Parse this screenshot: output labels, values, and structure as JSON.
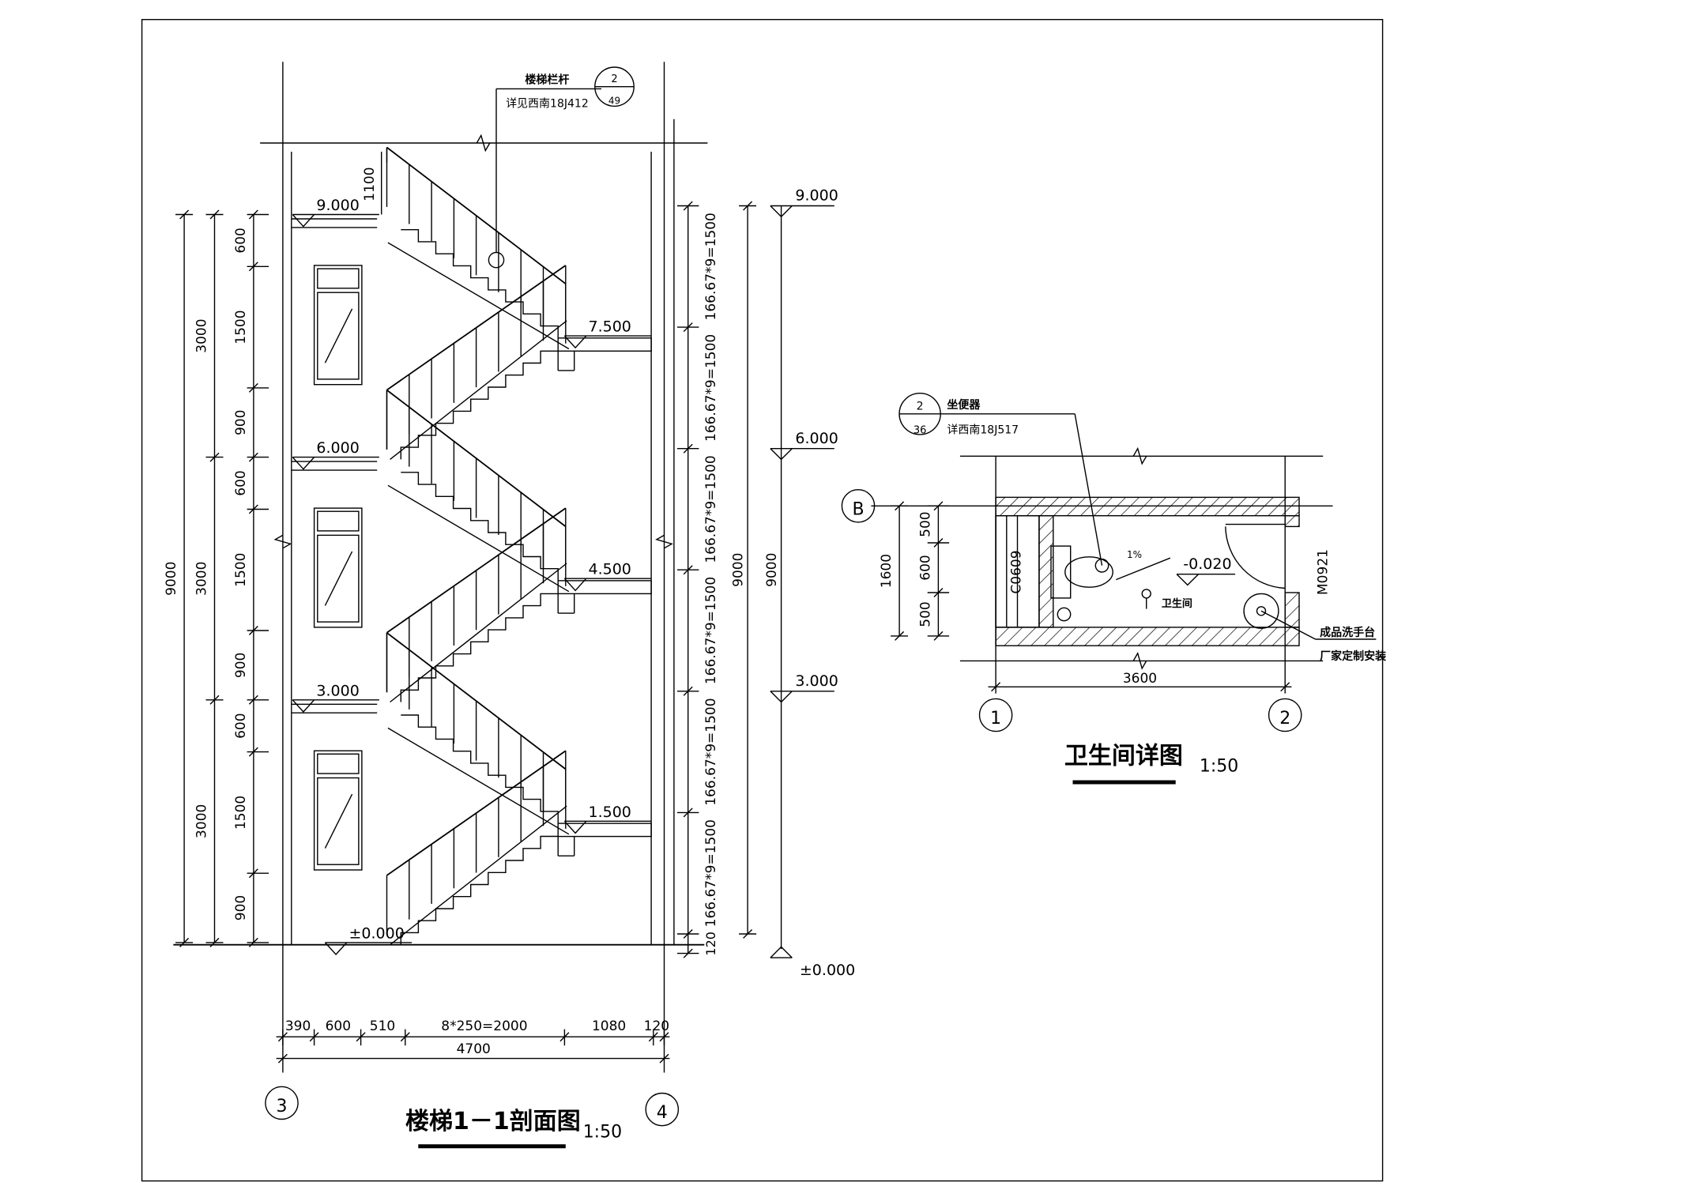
{
  "stair_section": {
    "title": "楼梯1－1剖面图",
    "scale": "1:50",
    "railing_callout": {
      "label": "楼梯栏杆",
      "ref": "详见西南18J412",
      "detail_no": "2",
      "sheet_no": "49"
    },
    "break_dim": "1100",
    "levels": [
      "9.000",
      "7.500",
      "6.000",
      "4.500",
      "3.000",
      "1.500",
      "±0.000"
    ],
    "left_dims_inner": [
      "600",
      "1500",
      "900",
      "600",
      "1500",
      "900",
      "600",
      "1500",
      "900"
    ],
    "left_dims_mid": [
      "3000",
      "3000",
      "3000"
    ],
    "left_dims_outer": "9000",
    "riser_dims": [
      "166.67*9=1500",
      "166.67*9=1500",
      "166.67*9=1500",
      "166.67*9=1500",
      "166.67*9=1500",
      "166.67*9=1500"
    ],
    "bottom_extra": "120",
    "right_total_1": "9000",
    "right_total_2": "9000",
    "bottom_dims": [
      "390",
      "600",
      "510",
      "8*250=2000",
      "1080",
      "120"
    ],
    "bottom_total": "4700",
    "axes": [
      "3",
      "4"
    ]
  },
  "bathroom": {
    "title": "卫生间详图",
    "scale": "1:50",
    "toilet_callout": {
      "label": "坐便器",
      "ref": "详西南18J517",
      "detail_no": "2",
      "sheet_no": "36"
    },
    "window": "C0609",
    "door": "M0921",
    "level": "-0.020",
    "slope": "1%",
    "room_name": "卫生间",
    "sink_note_1": "成品洗手台",
    "sink_note_2": "厂家定制安装",
    "dims_left": [
      "500",
      "600",
      "500"
    ],
    "dim_total": "1600",
    "dim_width": "3600",
    "axes": [
      "1",
      "2",
      "B"
    ]
  }
}
